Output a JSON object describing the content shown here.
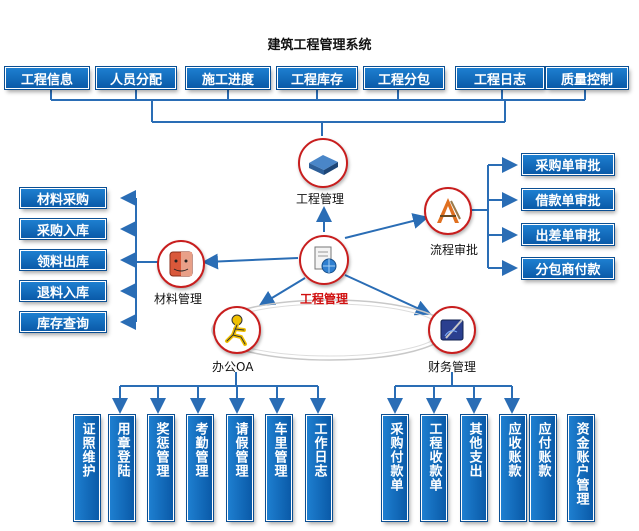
{
  "title": "建筑工程管理系统",
  "top_modules": [
    "工程信息",
    "人员分配",
    "施工进度",
    "工程库存",
    "工程分包",
    "工程日志",
    "质量控制"
  ],
  "center": {
    "label": "工程管理"
  },
  "nodes": {
    "project": "工程管理",
    "material": "材料管理",
    "workflow": "流程审批",
    "office": "办公OA",
    "finance": "财务管理"
  },
  "material_items": [
    "材料采购",
    "采购入库",
    "领料出库",
    "退料入库",
    "库存查询"
  ],
  "workflow_items": [
    "采购单审批",
    "借款单审批",
    "出差单审批",
    "分包商付款"
  ],
  "office_items": [
    "证照维护",
    "用章登陆",
    "奖惩管理",
    "考勤管理",
    "请假管理",
    "车里管理",
    "工作日志"
  ],
  "finance_items": [
    "采购付款单",
    "工程收款单",
    "其他支出",
    "应收账款",
    "应付账款",
    "资金账户管理"
  ],
  "colors": {
    "box": "#0a5aa8",
    "line": "#2a6db5",
    "ring": "#c81e1e",
    "center_text": "#d01010"
  },
  "icons": {
    "project": "server-icon",
    "material": "finder-icon",
    "workflow": "app-tool-icon",
    "office": "aim-runner-icon",
    "finance": "pen-tablet-icon",
    "center": "document-globe-icon"
  }
}
